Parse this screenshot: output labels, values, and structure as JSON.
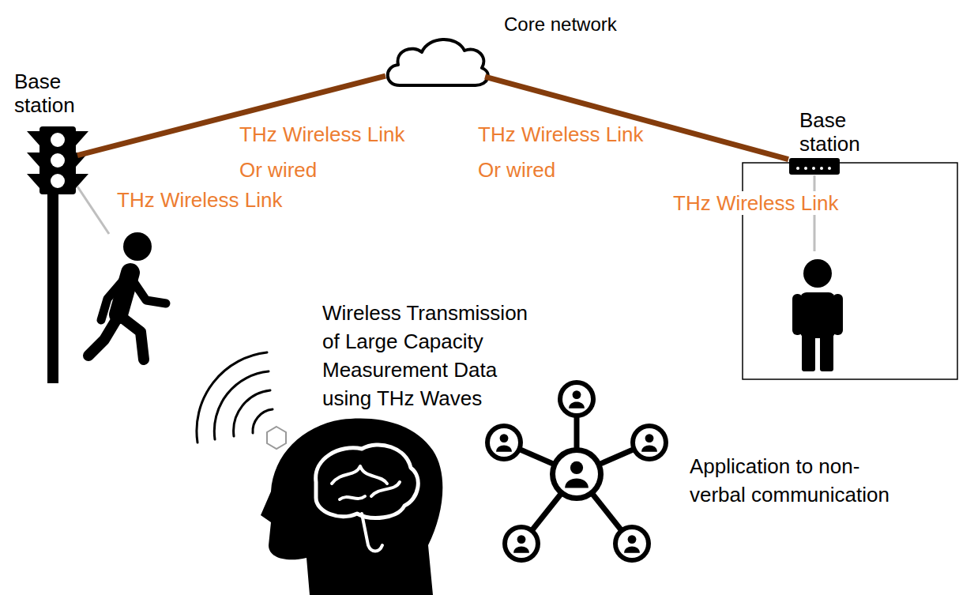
{
  "diagram": {
    "nodes": [
      {
        "text": [
          "Base station"
        ]
      },
      {
        "text": [
          "Core network"
        ]
      },
      {
        "text": [
          "Base station"
        ]
      }
    ],
    "edges": [
      {
        "from": 0,
        "to": 1,
        "label": "THz Wireless Link Or wired",
        "arrow": "none"
      },
      {
        "from": 1,
        "to": 2,
        "label": "THz Wireless Link Or wired",
        "arrow": "none"
      }
    ],
    "labels": [
      "THz Wireless Link",
      "THz Wireless Link",
      "Wireless Transmission of Large Capacity Measurement Data using THz Waves",
      "Application to non-verbal communication"
    ]
  }
}
